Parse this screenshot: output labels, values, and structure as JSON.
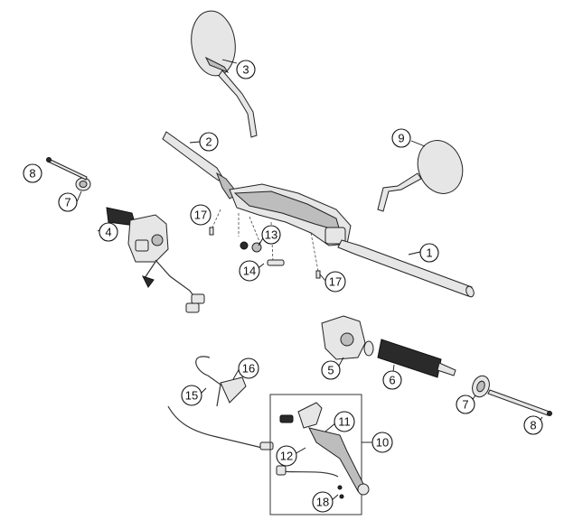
{
  "callouts": [
    {
      "id": "c1",
      "label": "1"
    },
    {
      "id": "c2",
      "label": "2"
    },
    {
      "id": "c3",
      "label": "3"
    },
    {
      "id": "c4",
      "label": "4"
    },
    {
      "id": "c5",
      "label": "5"
    },
    {
      "id": "c6",
      "label": "6"
    },
    {
      "id": "c7a",
      "label": "7"
    },
    {
      "id": "c7b",
      "label": "7"
    },
    {
      "id": "c8a",
      "label": "8"
    },
    {
      "id": "c8b",
      "label": "8"
    },
    {
      "id": "c9",
      "label": "9"
    },
    {
      "id": "c10",
      "label": "10"
    },
    {
      "id": "c11",
      "label": "11"
    },
    {
      "id": "c12",
      "label": "12"
    },
    {
      "id": "c13",
      "label": "13"
    },
    {
      "id": "c14",
      "label": "14"
    },
    {
      "id": "c15",
      "label": "15"
    },
    {
      "id": "c16",
      "label": "16"
    },
    {
      "id": "c17a",
      "label": "17"
    },
    {
      "id": "c17b",
      "label": "17"
    },
    {
      "id": "c18",
      "label": "18"
    }
  ]
}
